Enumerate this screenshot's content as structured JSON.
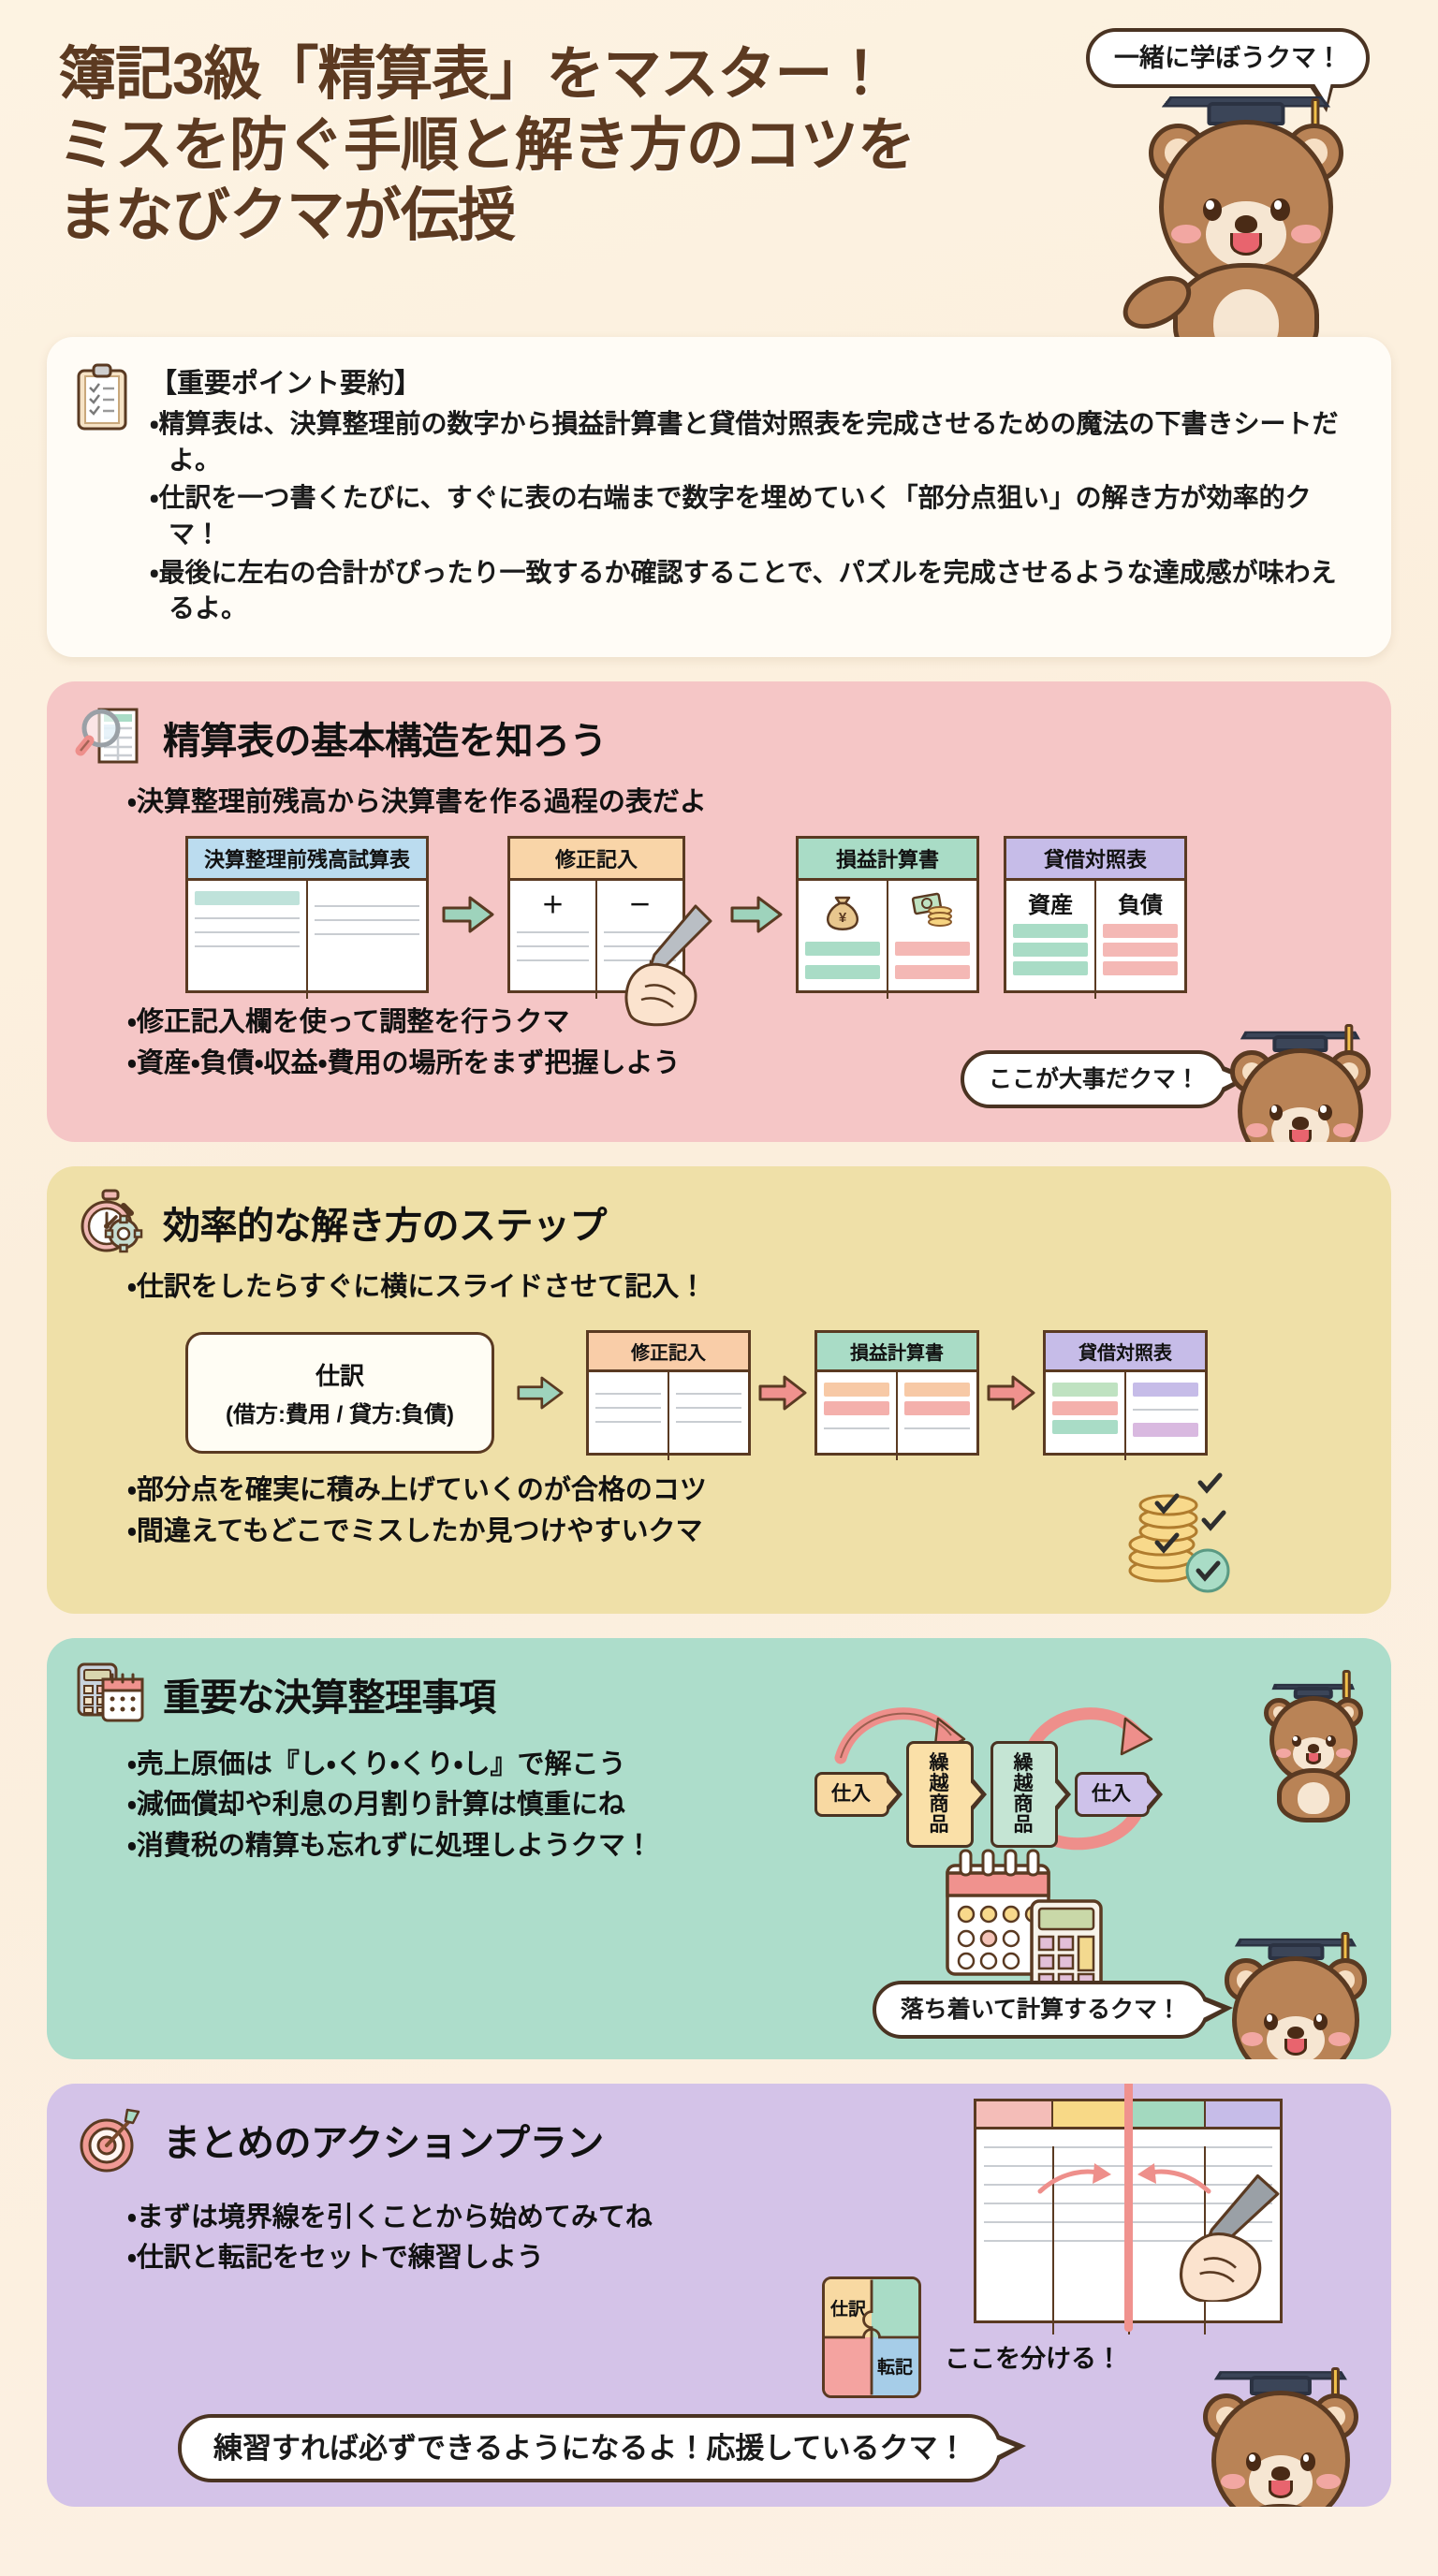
{
  "header": {
    "title_lines": [
      "簿記3級「精算表」をマスター！",
      "ミスを防ぐ手順と解き方のコツを",
      "まなびクマが伝授"
    ],
    "mascot_bubble": "一緒に学ぼうクマ！"
  },
  "summary": {
    "heading": "【重要ポイント要約】",
    "points": [
      "・精算表は、決算整理前の数字から損益計算書と貸借対照表を完成させるための魔法の下書きシートだよ。",
      "・仕訳を一つ書くたびに、すぐに表の右端まで数字を埋めていく「部分点狙い」の解き方が効率的クマ！",
      "・最後に左右の合計がぴったり一致するか確認することで、パズルを完成させるような達成感が味わえるよ。"
    ]
  },
  "sections": [
    {
      "id": "structure",
      "title": "精算表の基本構造を知ろう",
      "icon": "magnifier-document-icon",
      "bg": "#F5C6C6",
      "bullets_top": [
        "・決算整理前残高から決算書を作る過程の表だよ"
      ],
      "bullets_bottom": [
        "・修正記入欄を使って調整を行うクマ",
        "・資産・負債・収益・費用の場所をまず把握しよう"
      ],
      "diagram": {
        "tables": [
          {
            "caption": "決算整理前残高試算表",
            "cap_bg": "#BBDCEF",
            "cols": [
              "",
              ""
            ]
          },
          {
            "caption": "修正記入",
            "cap_bg": "#F9D5A8",
            "cols": [
              "＋",
              "－"
            ]
          },
          {
            "caption": "損益計算書",
            "cap_bg": "#A9DCC6",
            "cols": [
              "",
              ""
            ]
          },
          {
            "caption": "貸借対照表",
            "cap_bg": "#C6BCE8",
            "cols": [
              "資産",
              "負債"
            ]
          }
        ]
      },
      "mascot_bubble": "ここが大事だクマ！"
    },
    {
      "id": "steps",
      "title": "効率的な解き方のステップ",
      "icon": "stopwatch-gear-icon",
      "bg": "#EFE0A8",
      "bullets_top": [
        "・仕訳をしたらすぐに横にスライドさせて記入！"
      ],
      "bullets_bottom": [
        "・部分点を確実に積み上げていくのが合格のコツ",
        "・間違えてもどこでミスしたか見つけやすいクマ"
      ],
      "diagram": {
        "source_box": {
          "line1": "仕訳",
          "line2": "(借方:費用 / 貸方:負債)"
        },
        "tables": [
          {
            "caption": "修正記入",
            "cap_bg": "#F9CDA8"
          },
          {
            "caption": "損益計算書",
            "cap_bg": "#A9DCC6"
          },
          {
            "caption": "貸借対照表",
            "cap_bg": "#C6BCE8"
          }
        ]
      }
    },
    {
      "id": "adjustments",
      "title": "重要な決算整理事項",
      "icon": "calculator-calendar-icon",
      "bg": "#ADDDCB",
      "bullets_top": [],
      "bullets_bottom": [
        "・売上原価は『し・くり・くり・し』で解こう",
        "・減価償却や利息の月割り計算は慎重にね",
        "・消費税の精算も忘れずに処理しようクマ！"
      ],
      "flow_chevrons": [
        "仕入",
        "繰越商品",
        "繰越商品",
        "仕入"
      ],
      "mascot_bubble": "落ち着いて計算するクマ！"
    },
    {
      "id": "action",
      "title": "まとめのアクションプラン",
      "icon": "dartboard-arrow-icon",
      "bg": "#D4C3E8",
      "bullets_top": [],
      "bullets_bottom": [
        "・まずは境界線を引くことから始めてみてね",
        "・仕訳と転記をセットで練習しよう"
      ],
      "puzzle_labels": [
        "仕訳",
        "転記"
      ],
      "worksheet_caption": "ここを分ける！",
      "worksheet_header_colors": [
        "#F4BDB8",
        "#F8D987",
        "#A3D9BF",
        "#C6BCE8"
      ]
    }
  ],
  "footer": {
    "mascot_bubble": "練習すれば必ずできるようになるよ！応援しているクマ！"
  },
  "colors": {
    "page_bg": "#FBEEDC",
    "title_brown": "#5C3A21",
    "outline_brown": "#5A3A22",
    "bear_fur": "#B98356",
    "accent_red": "#F0928E"
  }
}
